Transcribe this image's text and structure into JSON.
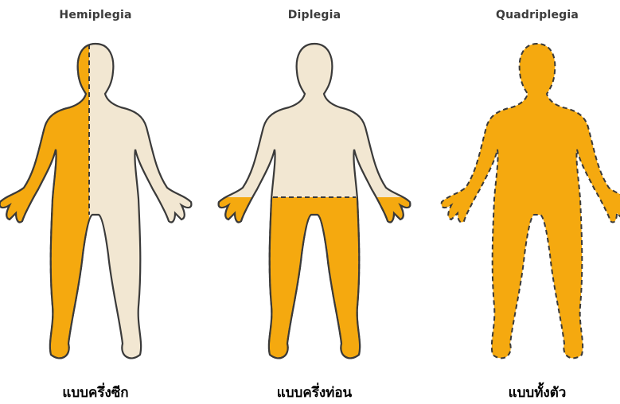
{
  "colors": {
    "affected": "#f5a90f",
    "unaffected": "#f2e7d2",
    "outline": "#3a3a3a"
  },
  "figures": [
    {
      "title": "Hemiplegia",
      "caption": "แบบครึ่งซีก",
      "affected_region": "left-half"
    },
    {
      "title": "Diplegia",
      "caption": "แบบครึ่งท่อน",
      "affected_region": "legs"
    },
    {
      "title": "Quadriplegia",
      "caption": "แบบทั้งตัว",
      "affected_region": "whole-body"
    }
  ]
}
